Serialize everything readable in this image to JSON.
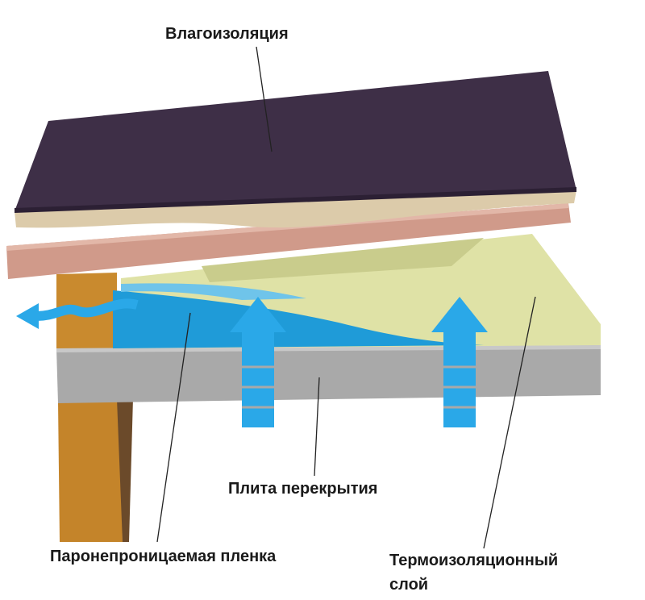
{
  "labels": {
    "waterproofing": "Влагоизоляция",
    "floor_slab": "Плита перекрытия",
    "vapor_barrier": "Паронепроницаемая пленка",
    "thermal_insulation_line1": "Термоизоляционный",
    "thermal_insulation_line2": "слой"
  },
  "colors": {
    "roof": "#3e2f47",
    "board": "#dccbaa",
    "beam": "#d09a8a",
    "insulation": "#dfe2a6",
    "film": "#1f9bd8",
    "slab": "#a9a9a9",
    "post": "#c98a2e",
    "arrow": "#2aa8e8"
  }
}
